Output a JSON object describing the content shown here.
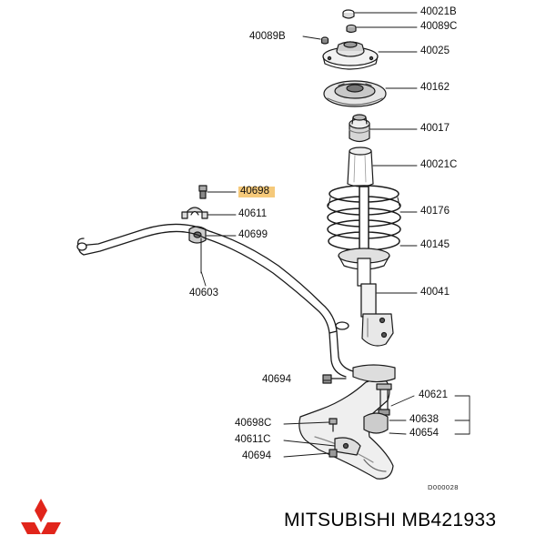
{
  "diagram": {
    "labels": {
      "p40021B": "40021B",
      "p40089C": "40089C",
      "p40089B": "40089B",
      "p40025": "40025",
      "p40162": "40162",
      "p40017": "40017",
      "p40021C": "40021C",
      "p40698": "40698",
      "p40611": "40611",
      "p40176": "40176",
      "p40699": "40699",
      "p40145": "40145",
      "p40603": "40603",
      "p40041": "40041",
      "p40694a": "40694",
      "p40621": "40621",
      "p40638": "40638",
      "p40698C": "40698C",
      "p40654": "40654",
      "p40611C": "40611C",
      "p40694b": "40694"
    },
    "drawing_code": "D000028",
    "highlight_color": "#f5c97a",
    "line_color": "#1a1a1a"
  },
  "footer": {
    "brand": "MITSUBISHI",
    "part_number": "MB421933",
    "logo_color": "#e1251b"
  }
}
